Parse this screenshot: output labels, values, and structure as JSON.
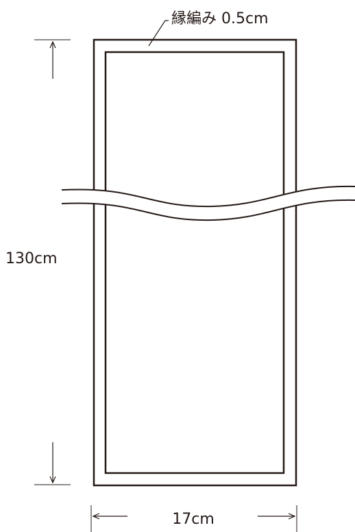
{
  "labels": {
    "border": "縁編み 0.5cm",
    "height": "130cm",
    "width": "17cm"
  },
  "colors": {
    "line": "#231815",
    "background": "#ffffff"
  }
}
